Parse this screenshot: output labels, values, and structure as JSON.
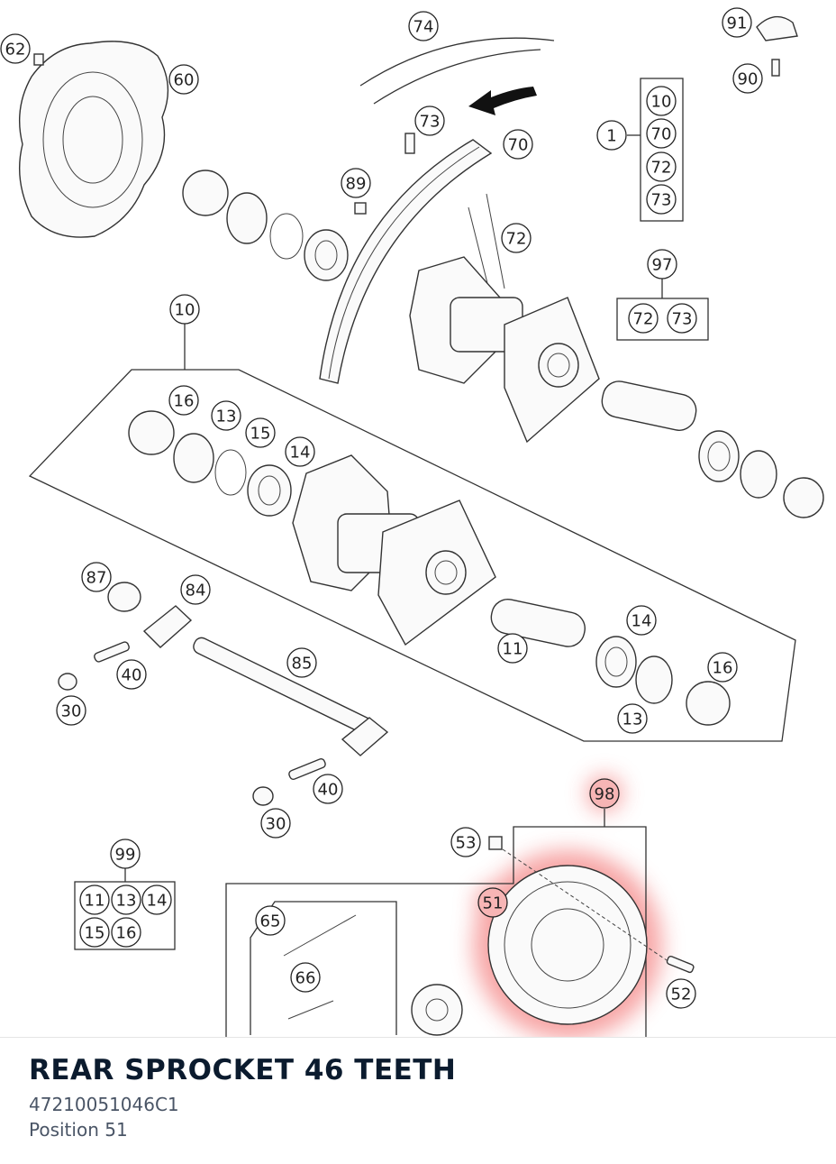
{
  "callouts": {
    "c62": "62",
    "c60": "60",
    "c74": "74",
    "c73a": "73",
    "c70": "70",
    "c89": "89",
    "c72": "72",
    "c91": "91",
    "c90": "90",
    "c1": "1",
    "g1_10": "10",
    "g1_70": "70",
    "g1_72": "72",
    "g1_73": "73",
    "c97": "97",
    "g97_72": "72",
    "g97_73": "73",
    "c10": "10",
    "c16a": "16",
    "c13a": "13",
    "c15": "15",
    "c14a": "14",
    "c87": "87",
    "c84": "84",
    "c40a": "40",
    "c30a": "30",
    "c85": "85",
    "c11": "11",
    "c14b": "14",
    "c16b": "16",
    "c13b": "13",
    "c40b": "40",
    "c30b": "30",
    "c98": "98",
    "c53": "53",
    "c51": "51",
    "c52": "52",
    "c99": "99",
    "g99_11": "11",
    "g99_13": "13",
    "g99_14": "14",
    "g99_15": "15",
    "g99_16": "16",
    "c65": "65",
    "c66": "66"
  },
  "highlight": {
    "color": "#f08080",
    "callouts": [
      "98",
      "51"
    ]
  },
  "selected_part": {
    "title": "REAR SPROCKET 46 TEETH",
    "part_number": "47210051046C1",
    "position": "Position 51"
  }
}
